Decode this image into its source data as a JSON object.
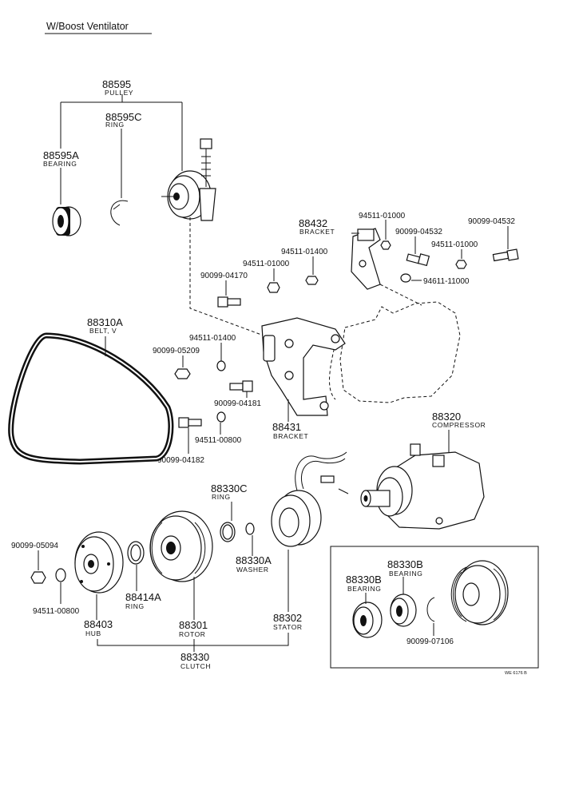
{
  "header": {
    "title": "W/Boost Ventilator"
  },
  "parts": {
    "pulley": {
      "number": "88595",
      "name": "PULLEY"
    },
    "ring": {
      "number": "88595C",
      "name": "RING"
    },
    "bearing": {
      "number": "88595A",
      "name": "BEARING"
    },
    "bracket_upper": {
      "number": "88432",
      "name": "BRACKET"
    },
    "belt": {
      "number": "88310A",
      "name": "BELT, V"
    },
    "bracket_lower": {
      "number": "88431",
      "name": "BRACKET"
    },
    "compressor": {
      "number": "88320",
      "name": "COMPRESSOR"
    },
    "ring_clutch": {
      "number": "88330C",
      "name": "RING"
    },
    "washer": {
      "number": "88330A",
      "name": "WASHER"
    },
    "ring_hub": {
      "number": "88414A",
      "name": "RING"
    },
    "hub": {
      "number": "88403",
      "name": "HUB"
    },
    "rotor": {
      "number": "88301",
      "name": "ROTOR"
    },
    "stator": {
      "number": "88302",
      "name": "STATOR"
    },
    "clutch": {
      "number": "88330",
      "name": "CLUTCH"
    },
    "bearing_b1": {
      "number": "88330B",
      "name": "BEARING"
    },
    "bearing_b2": {
      "number": "88330B",
      "name": "BEARING"
    }
  },
  "fasteners": {
    "f1": "94511-01000",
    "f2": "90099-04532",
    "f3": "90099-04532",
    "f4": "94511-01000",
    "f5": "94511-01400",
    "f6": "94511-01000",
    "f7": "90099-04170",
    "f8": "94611-11000",
    "f9": "94511-01400",
    "f10": "90099-05209",
    "f11": "90099-04181",
    "f12": "94511-00800",
    "f13": "90099-04182",
    "f14": "90099-05094",
    "f15": "94511-00800",
    "f16": "90099-07106"
  },
  "footer": {
    "code": "WE 6176 B"
  }
}
